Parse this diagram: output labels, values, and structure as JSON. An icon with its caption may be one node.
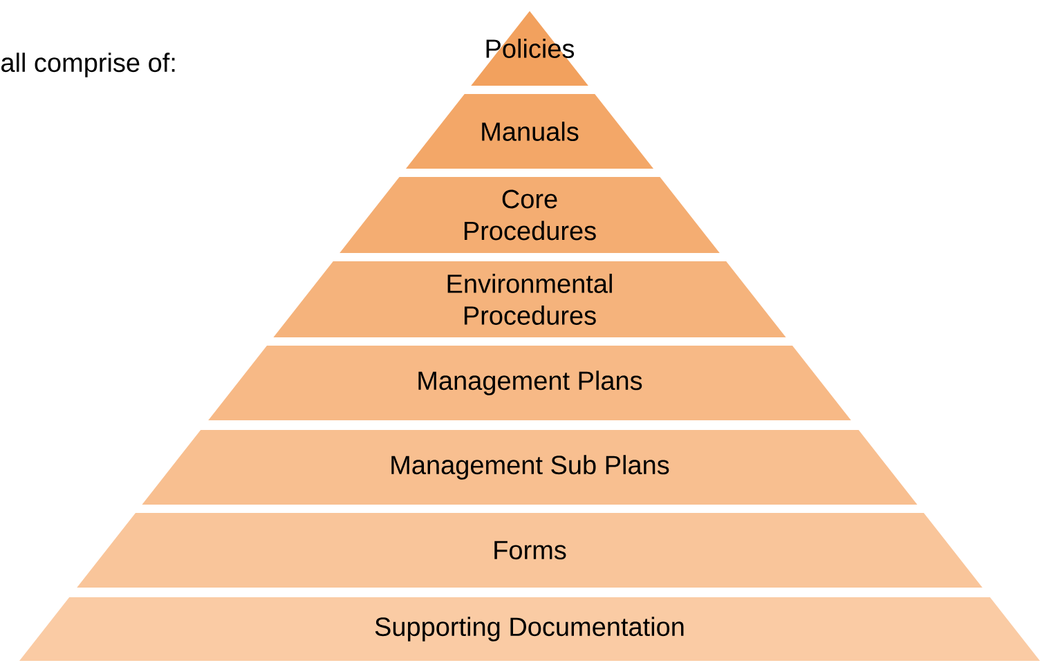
{
  "diagram": {
    "nodes": [
      {
        "text": [
          "Policies"
        ]
      },
      {
        "text": [
          "Manuals"
        ]
      },
      {
        "text": [
          "Core Procedures"
        ]
      },
      {
        "text": [
          "Environmental Procedures"
        ]
      },
      {
        "text": [
          "Management Plans"
        ]
      },
      {
        "text": [
          "Management Sub Plans"
        ]
      },
      {
        "text": [
          "Forms"
        ]
      },
      {
        "text": [
          "Supporting Documentation"
        ]
      }
    ],
    "labels": [
      "all comprise of:"
    ]
  }
}
